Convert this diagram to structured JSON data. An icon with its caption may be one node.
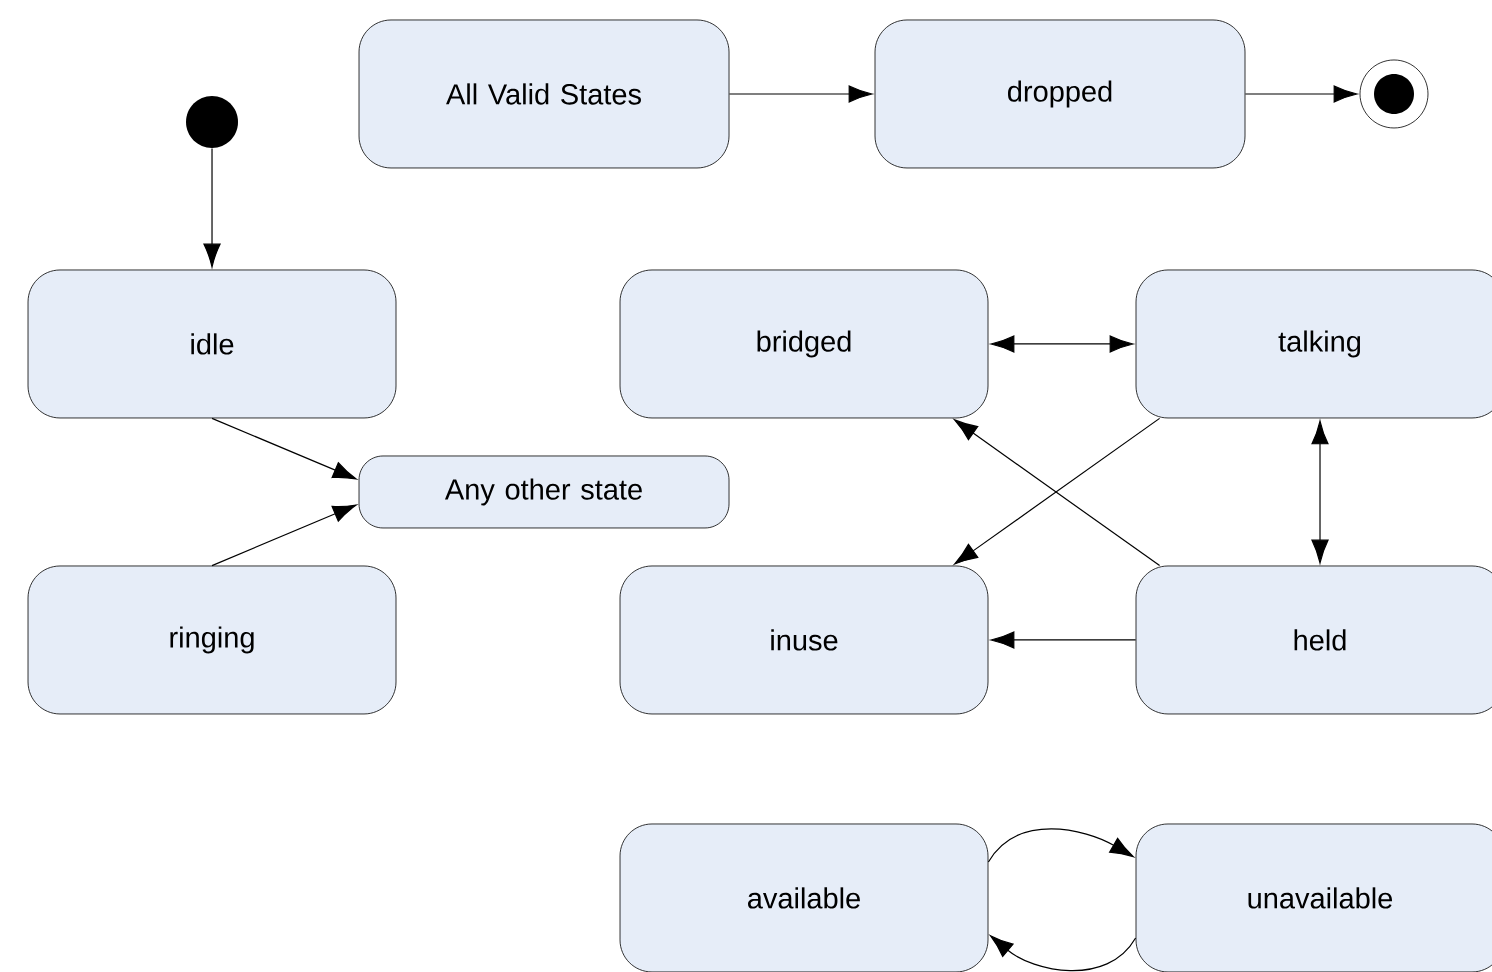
{
  "diagram": {
    "nodes": [
      {
        "text": [
          "All Valid States"
        ]
      },
      {
        "text": [
          "dropped"
        ]
      },
      {
        "text": [],
        "shape": "circle"
      },
      {
        "text": [],
        "shape": "circle"
      },
      {
        "text": [
          "idle"
        ]
      },
      {
        "text": [
          "bridged"
        ]
      },
      {
        "text": [
          "talking"
        ]
      },
      {
        "text": [
          "Any other state"
        ]
      },
      {
        "text": [
          "ringing"
        ]
      },
      {
        "text": [
          "inuse"
        ]
      },
      {
        "text": [
          "held"
        ]
      },
      {
        "text": [
          "available"
        ]
      },
      {
        "text": [
          "unavailable"
        ]
      }
    ],
    "edges": [
      {
        "from": 0,
        "to": 1,
        "arrow": "to"
      },
      {
        "from": 1,
        "to": 2,
        "arrow": "to"
      },
      {
        "from": 3,
        "to": 4,
        "arrow": "to"
      },
      {
        "from": 4,
        "to": 7,
        "arrow": "to"
      },
      {
        "from": 8,
        "to": 7,
        "arrow": "to"
      },
      {
        "from": 5,
        "to": 6,
        "arrow": "both"
      },
      {
        "from": 6,
        "to": 9,
        "arrow": "to"
      },
      {
        "from": 10,
        "to": 5,
        "arrow": "to"
      },
      {
        "from": 6,
        "to": 10,
        "arrow": "both"
      },
      {
        "from": 10,
        "to": 9,
        "arrow": "to"
      },
      {
        "from": 11,
        "to": 12,
        "arrow": "to"
      },
      {
        "from": 12,
        "to": 11,
        "arrow": "to"
      }
    ]
  }
}
